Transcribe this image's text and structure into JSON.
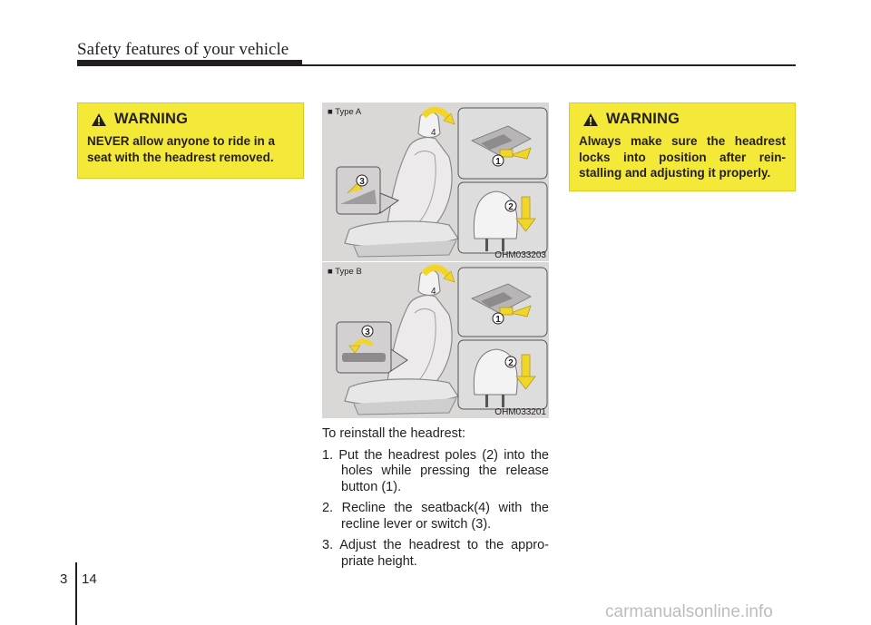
{
  "header": {
    "title": "Safety features of your vehicle"
  },
  "warning_left": {
    "title": "WARNING",
    "text": "NEVER allow anyone to ride in a seat with the headrest removed.",
    "icon": "warning-triangle-icon"
  },
  "warning_right": {
    "title": "WARNING",
    "text": "Always make sure the headrest locks into position after rein- stalling and adjusting it properly.",
    "icon": "warning-triangle-icon"
  },
  "figure_a": {
    "type_label": "■ Type A",
    "code": "OHM033203",
    "callouts": {
      "lever": "3",
      "seatback": "4",
      "button": "1",
      "poles": "2"
    }
  },
  "figure_b": {
    "type_label": "■ Type B",
    "code": "OHM033201",
    "callouts": {
      "switch": "3",
      "seatback": "4",
      "button": "1",
      "poles": "2"
    }
  },
  "instructions": {
    "intro": "To reinstall the headrest:",
    "steps": [
      "1. Put the headrest poles (2) into the holes while pressing the release button (1).",
      "2. Recline the seatback(4) with the recline lever or switch (3).",
      "3. Adjust the headrest to the appro- priate height."
    ]
  },
  "footer": {
    "chapter": "3",
    "page": "14"
  },
  "watermark": "carmanualsonline.info",
  "colors": {
    "warning_bg": "#f4e838",
    "arrow": "#f2d52a",
    "figure_bg": "#d9d8d7",
    "text": "#231f20"
  }
}
